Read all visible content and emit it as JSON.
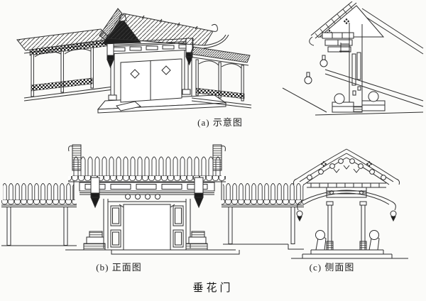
{
  "figure": {
    "caption": "垂花门",
    "panels": [
      {
        "id": "a",
        "label": "(a) 示意图",
        "description": "perspective-schematic-view"
      },
      {
        "id": "b",
        "label": "(b) 正面图",
        "description": "front-elevation-view"
      },
      {
        "id": "c",
        "label": "(c) 侧面图",
        "description": "side-elevation-view"
      }
    ],
    "detail_view": {
      "description": "close-up-perspective-of-gate-corner"
    }
  },
  "colors": {
    "paper": "#fbfbf9",
    "ink": "#2e2e2e",
    "dark_fill": "#1c1c1c"
  }
}
